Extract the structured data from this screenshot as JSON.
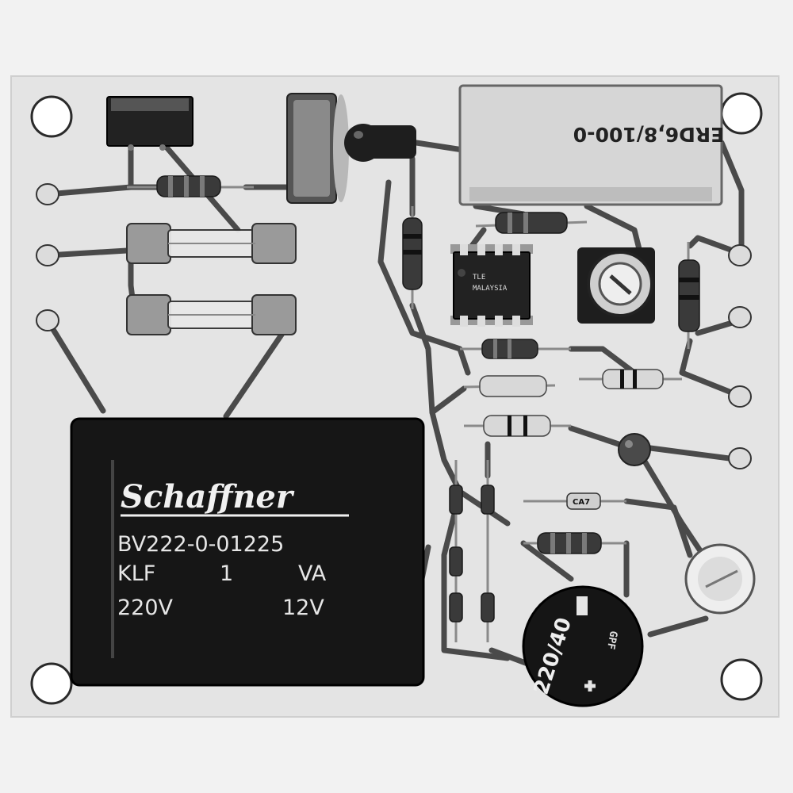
{
  "relay": {
    "brand": "Schaffner",
    "line1": "BV222-0-01225",
    "line2_left": "KLF",
    "line2_mid": "1",
    "line2_right": "VA",
    "line3_left": "220V",
    "line3_right": "12V"
  },
  "power_resistor": {
    "label": "ERD6,8/100-0"
  },
  "ic": {
    "label_top": "TLE",
    "label_bottom": "MALAYSIA"
  },
  "bridge_rectifier": {
    "label_main": "220/40",
    "label_side": "GPF"
  },
  "small_cap": {
    "label": "CA7"
  }
}
